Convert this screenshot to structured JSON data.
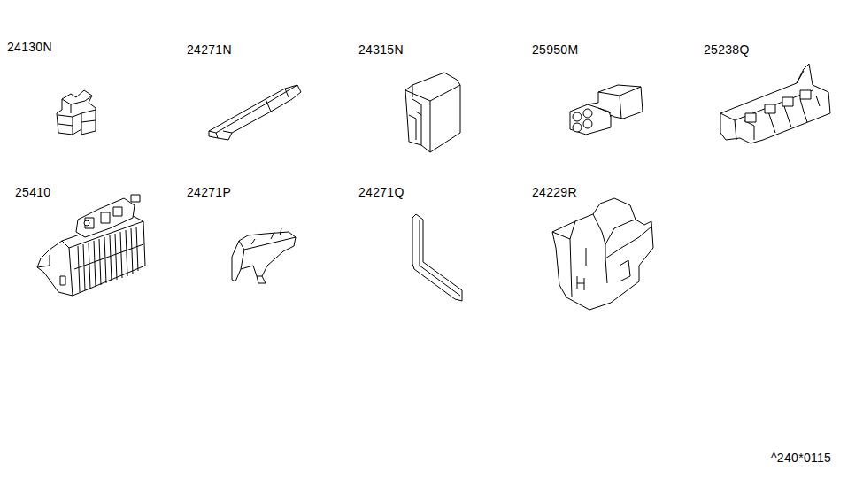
{
  "diagram": {
    "labels": [
      "24130N",
      "24271N",
      "24315N",
      "25950M",
      "25238Q",
      "25410",
      "24271P",
      "24271Q",
      "24229R",
      "^240*0115"
    ]
  }
}
